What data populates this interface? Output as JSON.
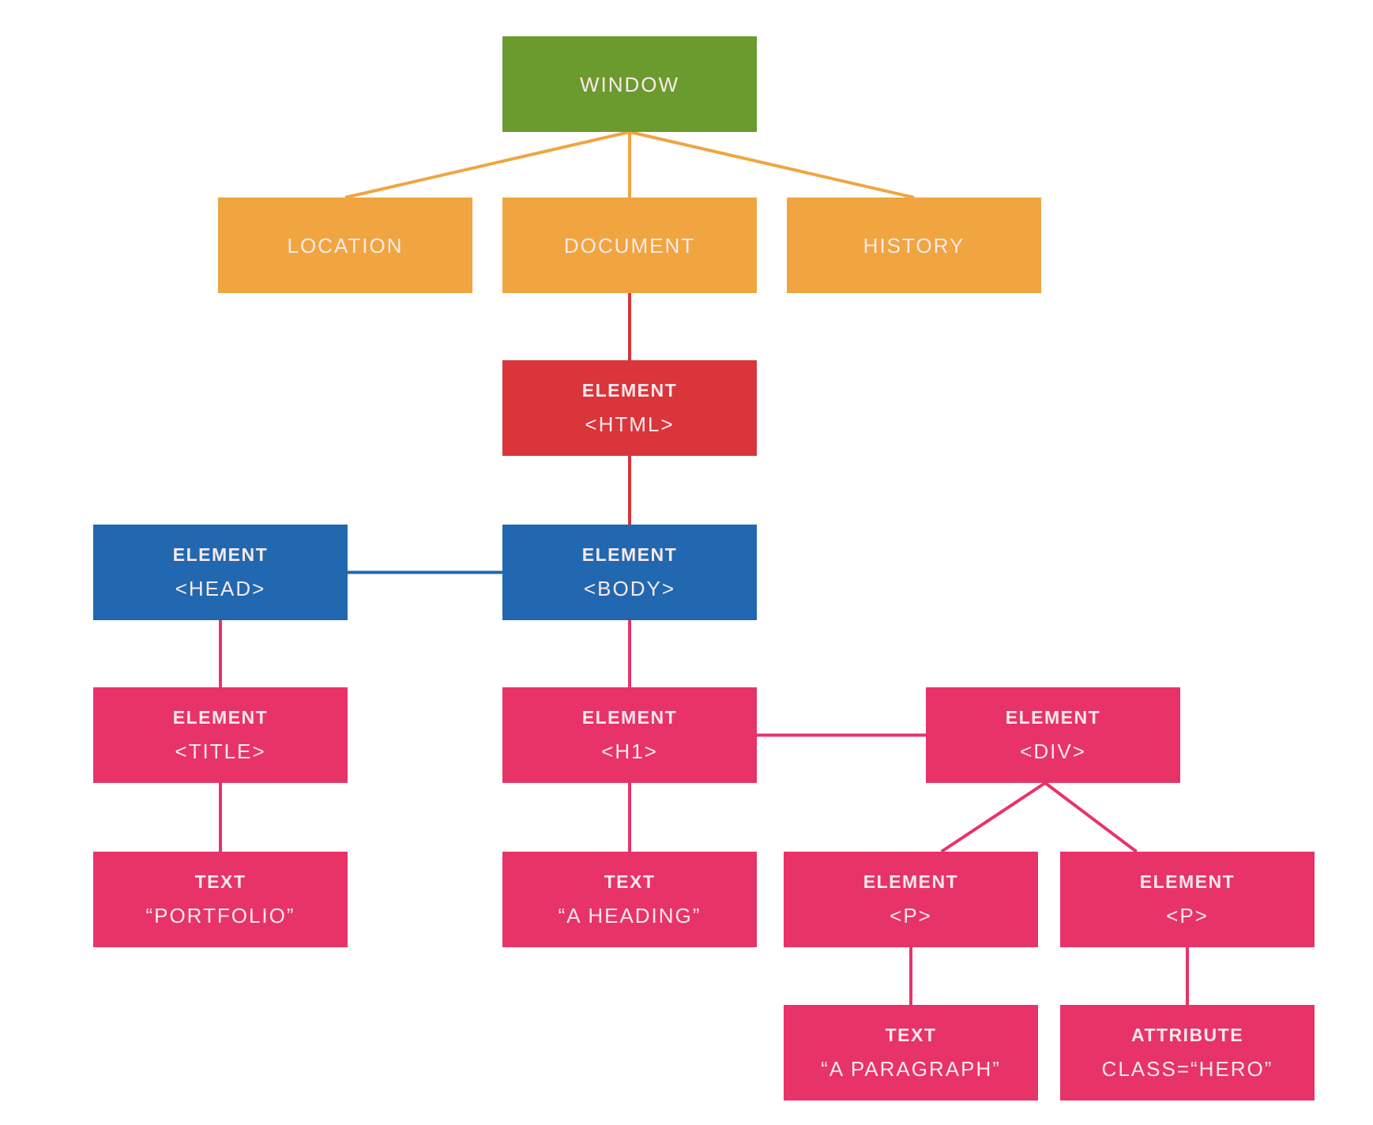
{
  "colors": {
    "window": "#6b9a2e",
    "bom": "#f0a540",
    "html": "#d9353b",
    "head_body": "#2168b0",
    "leaf": "#e83368",
    "edge_bom": "#f0a540",
    "edge_red": "#d9353b",
    "edge_blue": "#2168b0",
    "edge_pink": "#e83368"
  },
  "nodes": [
    {
      "id": "window",
      "name": "window-node",
      "title": "",
      "sub": "WINDOW",
      "color": "window"
    },
    {
      "id": "location",
      "name": "location-node",
      "title": "",
      "sub": "LOCATION",
      "color": "bom"
    },
    {
      "id": "document",
      "name": "document-node",
      "title": "",
      "sub": "DOCUMENT",
      "color": "bom"
    },
    {
      "id": "history",
      "name": "history-node",
      "title": "",
      "sub": "HISTORY",
      "color": "bom"
    },
    {
      "id": "html",
      "name": "html-element-node",
      "title": "ELEMENT",
      "sub": "<HTML>",
      "color": "html"
    },
    {
      "id": "head",
      "name": "head-element-node",
      "title": "ELEMENT",
      "sub": "<HEAD>",
      "color": "head_body"
    },
    {
      "id": "body",
      "name": "body-element-node",
      "title": "ELEMENT",
      "sub": "<BODY>",
      "color": "head_body"
    },
    {
      "id": "title",
      "name": "title-element-node",
      "title": "ELEMENT",
      "sub": "<TITLE>",
      "color": "leaf"
    },
    {
      "id": "h1",
      "name": "h1-element-node",
      "title": "ELEMENT",
      "sub": "<H1>",
      "color": "leaf"
    },
    {
      "id": "div",
      "name": "div-element-node",
      "title": "ELEMENT",
      "sub": "<DIV>",
      "color": "leaf"
    },
    {
      "id": "text-portfolio",
      "name": "portfolio-text-node",
      "title": "TEXT",
      "sub": "“PORTFOLIO”",
      "color": "leaf"
    },
    {
      "id": "text-heading",
      "name": "heading-text-node",
      "title": "TEXT",
      "sub": "“A HEADING”",
      "color": "leaf"
    },
    {
      "id": "p1",
      "name": "p-element-node-1",
      "title": "ELEMENT",
      "sub": "<P>",
      "color": "leaf"
    },
    {
      "id": "p2",
      "name": "p-element-node-2",
      "title": "ELEMENT",
      "sub": "<P>",
      "color": "leaf"
    },
    {
      "id": "text-paragraph",
      "name": "paragraph-text-node",
      "title": "TEXT",
      "sub": "“A PARAGRAPH”",
      "color": "leaf"
    },
    {
      "id": "attribute",
      "name": "class-attribute-node",
      "title": "ATTRIBUTE",
      "sub": "CLASS=“HERO”",
      "color": "leaf"
    }
  ],
  "edges": [
    {
      "from": "window",
      "to": "location",
      "color": "edge_bom"
    },
    {
      "from": "window",
      "to": "document",
      "color": "edge_bom"
    },
    {
      "from": "window",
      "to": "history",
      "color": "edge_bom"
    },
    {
      "from": "document",
      "to": "html",
      "color": "edge_red"
    },
    {
      "from": "html",
      "to": "body",
      "color": "edge_red"
    },
    {
      "from": "head",
      "to": "body",
      "color": "edge_blue"
    },
    {
      "from": "head",
      "to": "title",
      "color": "edge_pink"
    },
    {
      "from": "body",
      "to": "h1",
      "color": "edge_pink"
    },
    {
      "from": "h1",
      "to": "div",
      "color": "edge_pink"
    },
    {
      "from": "title",
      "to": "text-portfolio",
      "color": "edge_pink"
    },
    {
      "from": "h1",
      "to": "text-heading",
      "color": "edge_pink"
    },
    {
      "from": "div",
      "to": "p1",
      "color": "edge_pink"
    },
    {
      "from": "div",
      "to": "p2",
      "color": "edge_pink"
    },
    {
      "from": "p1",
      "to": "text-paragraph",
      "color": "edge_pink"
    },
    {
      "from": "p2",
      "to": "attribute",
      "color": "edge_pink"
    }
  ]
}
